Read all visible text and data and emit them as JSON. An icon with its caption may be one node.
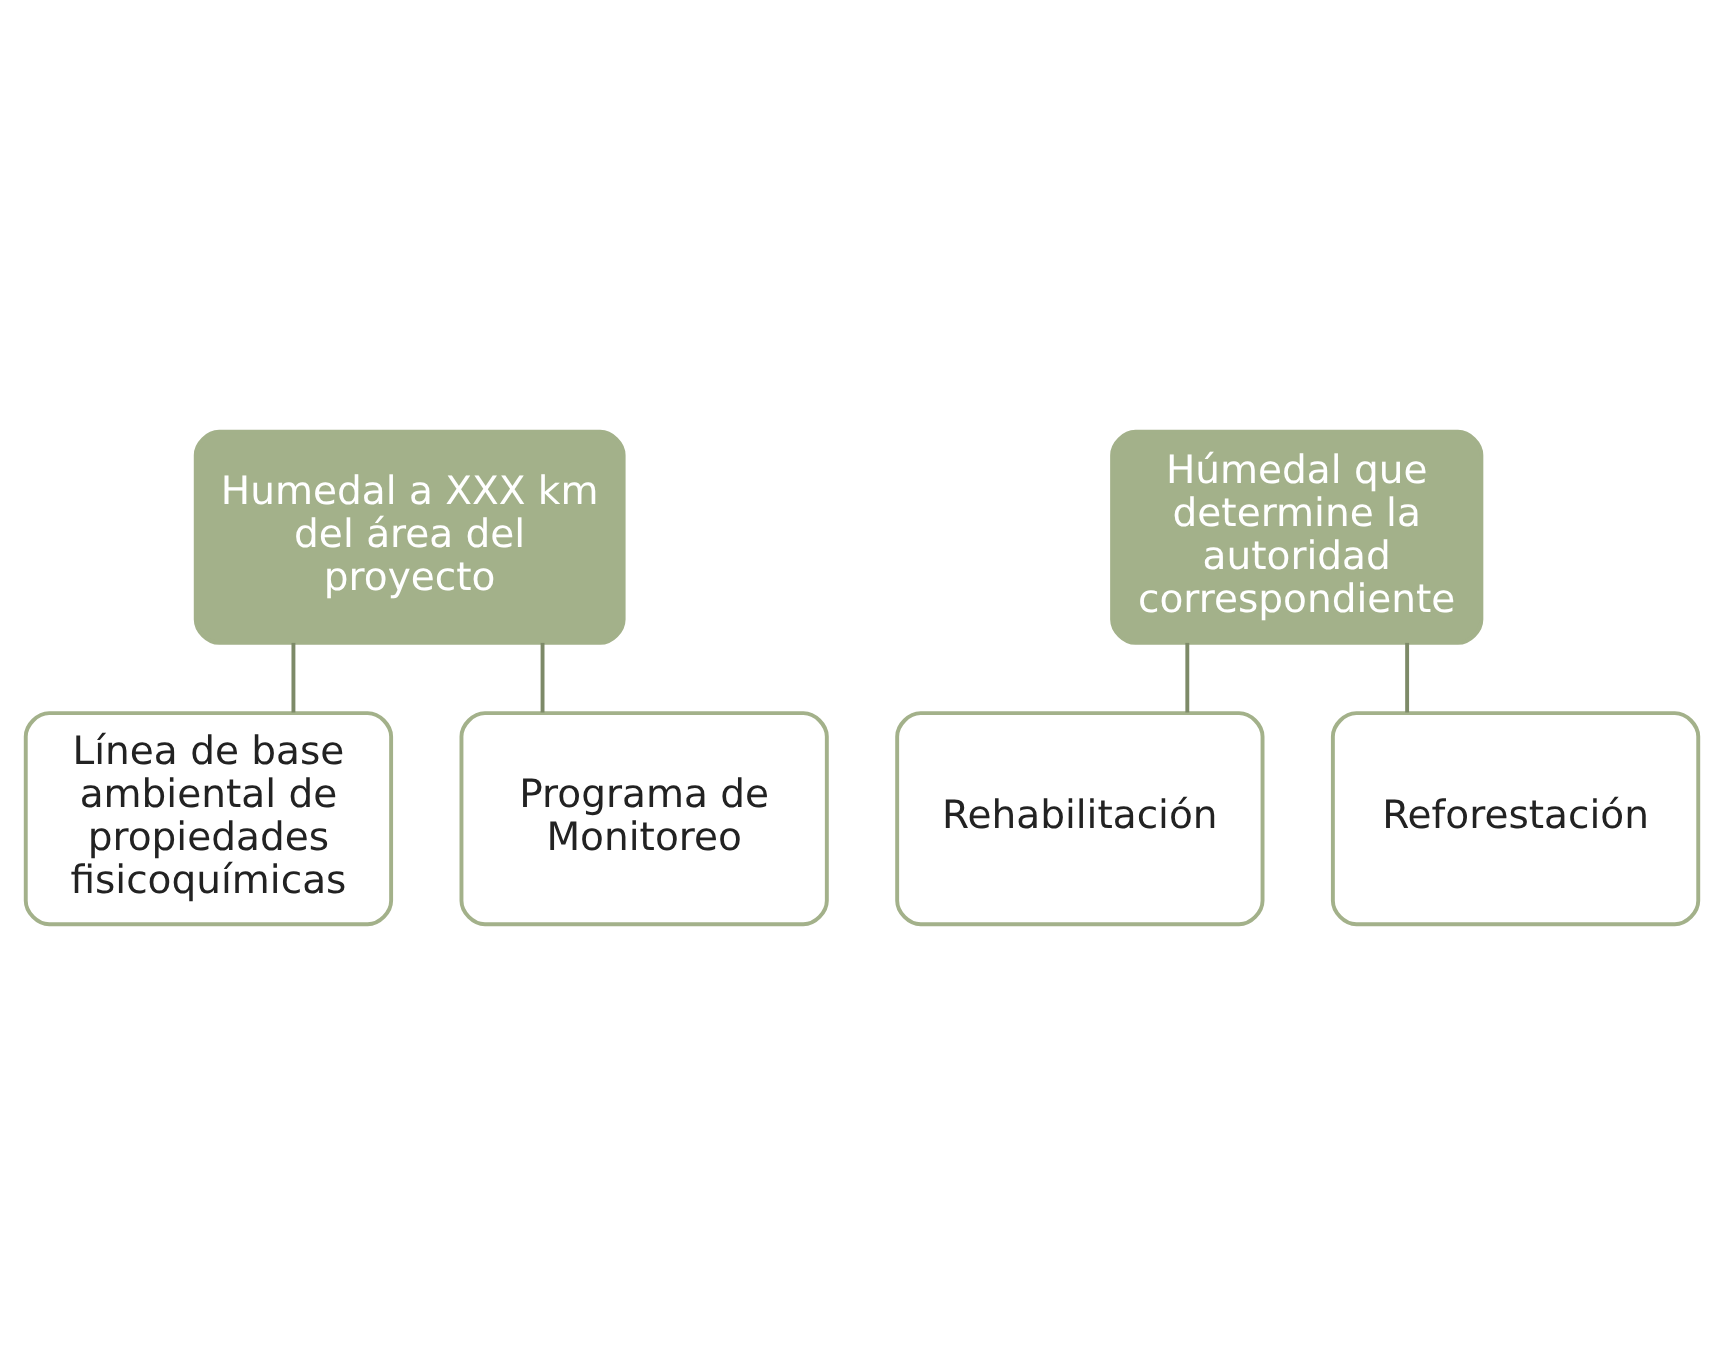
{
  "diagram": {
    "nodes": [
      {
        "text": [
          "Humedal a XXX km del área del proyecto"
        ]
      },
      {
        "text": [
          "Línea de base ambiental de propiedades fisicoquímicas"
        ]
      },
      {
        "text": [
          "Programa de Monitoreo"
        ]
      },
      {
        "text": [
          "Húmedal que determine la autoridad correspondiente"
        ]
      },
      {
        "text": [
          "Rehabilitación"
        ]
      },
      {
        "text": [
          "Reforestación"
        ]
      }
    ],
    "edges": [
      {
        "from": 0,
        "to": 1,
        "arrow": "none"
      },
      {
        "from": 0,
        "to": 2,
        "arrow": "none"
      },
      {
        "from": 3,
        "to": 4,
        "arrow": "none"
      },
      {
        "from": 3,
        "to": 5,
        "arrow": "none"
      }
    ]
  }
}
